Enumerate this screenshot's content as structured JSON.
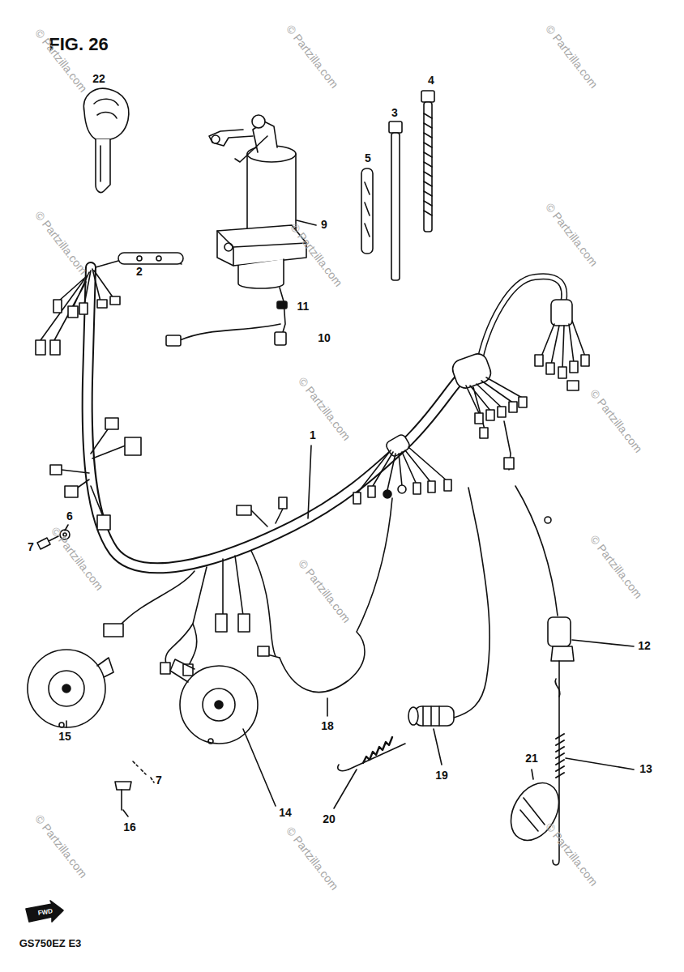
{
  "diagram": {
    "title": "FIG. 26",
    "caption": "GS750EZ E3",
    "labels": [
      "22",
      "2",
      "9",
      "11",
      "10",
      "3",
      "4",
      "5",
      "1",
      "6",
      "7",
      "15",
      "18",
      "12",
      "13",
      "19",
      "20",
      "21",
      "14",
      "16",
      "7",
      "FWD",
      "© Partzilla.com",
      "© Partzilla.com",
      "© Partzilla.com",
      "© Partzilla.com",
      "© Partzilla.com",
      "© Partzilla.com",
      "© Partzilla.com",
      "© Partzilla.com",
      "© Partzilla.com",
      "© Partzilla.com",
      "© Partzilla.com",
      "© Partzilla.com",
      "© Partzilla.com",
      "© Partzilla.com"
    ]
  }
}
